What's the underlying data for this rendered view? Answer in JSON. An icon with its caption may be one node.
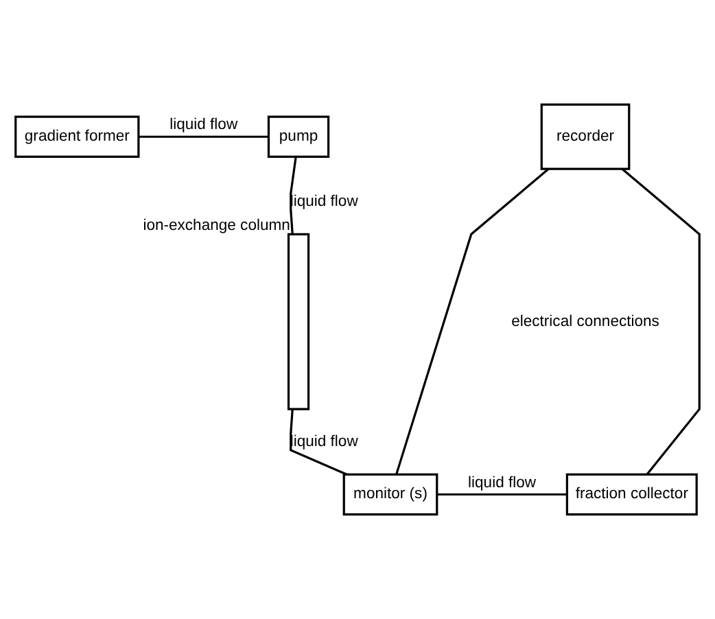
{
  "diagram": {
    "nodes": [
      {
        "text": [
          "gradient former"
        ]
      },
      {
        "text": [
          "pump"
        ]
      },
      {
        "text": [],
        "shape": "box",
        "beside": [
          "ion-exchange column"
        ]
      },
      {
        "text": [
          "recorder"
        ]
      },
      {
        "text": [
          "fraction collector"
        ]
      },
      {
        "text": [
          "monitor (s)"
        ]
      }
    ],
    "edges": [
      {
        "from": 0,
        "to": 1,
        "arrow": "none",
        "label": "liquid flow"
      },
      {
        "from": 1,
        "to": 2,
        "arrow": "none",
        "label": "liquid flow"
      },
      {
        "from": 2,
        "to": 5,
        "arrow": "none",
        "label": "liquid flow"
      },
      {
        "from": 5,
        "to": 4,
        "arrow": "none",
        "label": "liquid flow"
      },
      {
        "from": 3,
        "to": 4,
        "arrow": "none"
      },
      {
        "from": 3,
        "to": 5,
        "arrow": "none"
      }
    ],
    "labels": [
      "electrical connections"
    ]
  }
}
